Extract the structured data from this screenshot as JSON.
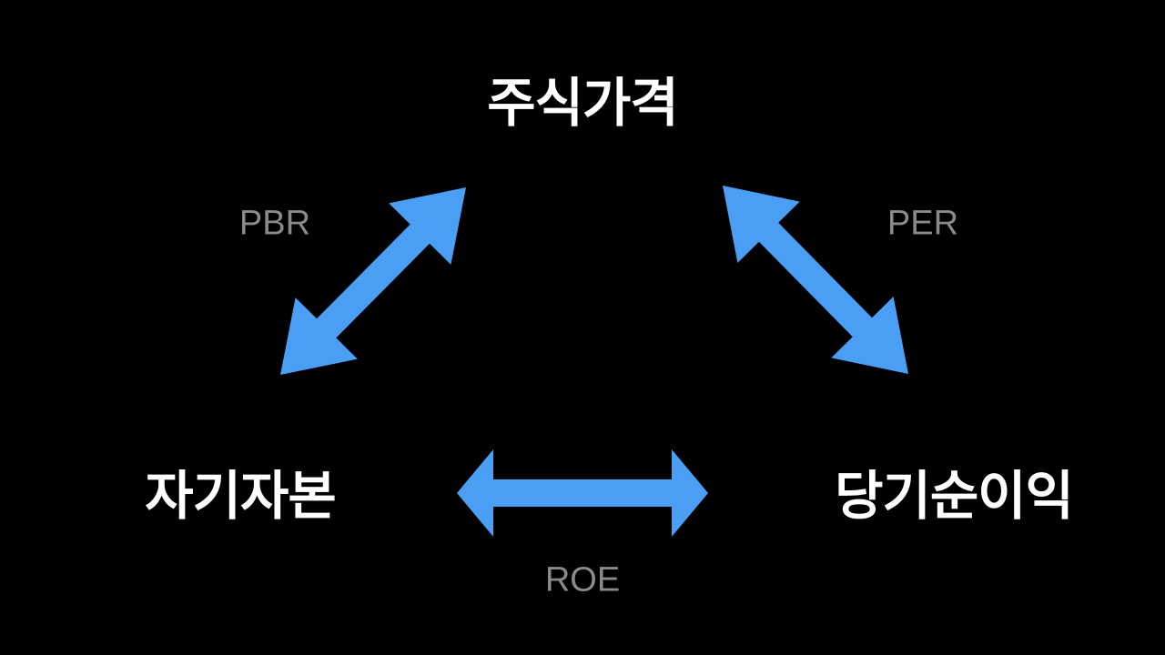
{
  "diagram": {
    "title": "Stock valuation relationships",
    "nodes": {
      "top": "주식가격",
      "left": "자기자본",
      "right": "당기순이익"
    },
    "relations": [
      {
        "id": "pbr",
        "label": "PBR",
        "from": "자기자본",
        "to": "주식가격",
        "direction": "bidirectional"
      },
      {
        "id": "per",
        "label": "PER",
        "from": "주식가격",
        "to": "당기순이익",
        "direction": "bidirectional"
      },
      {
        "id": "roe",
        "label": "ROE",
        "from": "자기자본",
        "to": "당기순이익",
        "direction": "bidirectional"
      }
    ],
    "colors": {
      "background": "#000000",
      "arrow": "#4a9ff5",
      "node_text": "#ffffff",
      "relation_text": "#8a8a8a"
    }
  }
}
